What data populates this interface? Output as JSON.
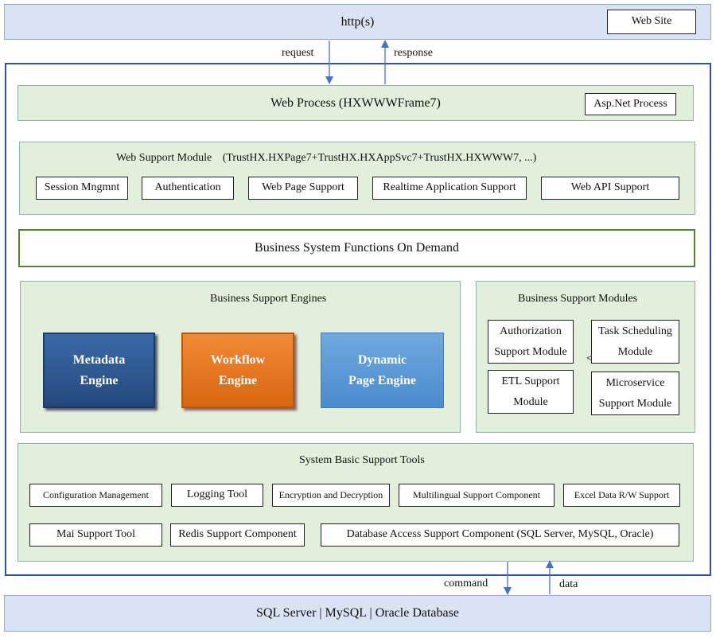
{
  "top": {
    "http": "http(s)",
    "website": "Web Site"
  },
  "flow": {
    "request": "request",
    "response": "response",
    "command": "command",
    "data": "data"
  },
  "web_process": {
    "title": "Web Process (HXWWWFrame7)",
    "aspnet": "Asp.Net Process"
  },
  "web_support": {
    "title": "Web Support Module",
    "components": "(TrustHX.HXPage7+TrustHX.HXAppSvc7+TrustHX.HXWWW7, ...)",
    "items": [
      "Session Mngmnt",
      "Authentication",
      "Web Page Support",
      "Realtime Application Support",
      "Web API Support"
    ]
  },
  "business_functions": "Business System Functions On Demand",
  "engines": {
    "title": "Business Support Engines",
    "items": [
      {
        "line1": "Metadata",
        "line2": "Engine",
        "color": "#2f5b94"
      },
      {
        "line1": "Workflow",
        "line2": "Engine",
        "color": "#e8741e"
      },
      {
        "line1": "Dynamic",
        "line2": "Page Engine",
        "color": "#5b9bd5"
      }
    ]
  },
  "modules": {
    "title": "Business Support Modules",
    "items": [
      {
        "line1": "Authorization",
        "line2": "Support Module"
      },
      {
        "line1": "Task Scheduling",
        "line2": "Module"
      },
      {
        "line1": "ETL Support",
        "line2": "Module"
      },
      {
        "line1": "Microservice",
        "line2": "Support Module"
      }
    ]
  },
  "tools": {
    "title": "System Basic Support Tools",
    "row1": [
      "Configuration Management",
      "Logging Tool",
      "Encryption and Decryption",
      "Multilingual Support Component",
      "Excel Data R/W Support"
    ],
    "row2": [
      "Mai Support Tool",
      "Redis Support Component",
      "Database Access Support Component (SQL Server, MySQL, Oracle)"
    ]
  },
  "database": "SQL Server | MySQL | Oracle Database"
}
